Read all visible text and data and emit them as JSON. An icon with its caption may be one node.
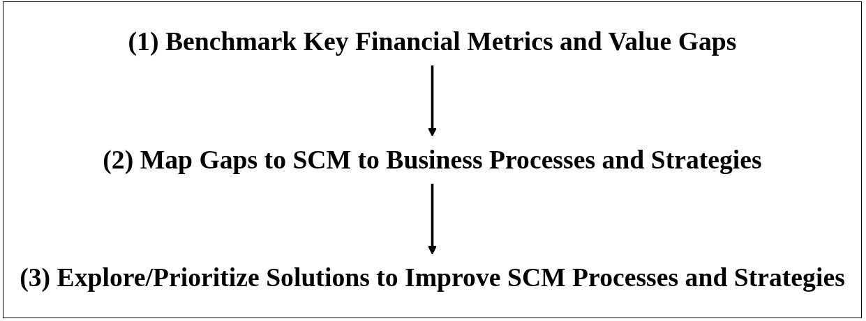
{
  "diagram": {
    "nodes": [
      {
        "text": [
          "(1) Benchmark Key Financial Metrics and Value Gaps"
        ]
      },
      {
        "text": [
          "(2) Map Gaps to SCM to Business Processes and Strategies"
        ]
      },
      {
        "text": [
          "(3) Explore/Prioritize Solutions to Improve SCM Processes and Strategies"
        ]
      }
    ],
    "edges": [
      {
        "from": 0,
        "to": 1,
        "arrow": "to"
      },
      {
        "from": 1,
        "to": 2,
        "arrow": "to"
      }
    ]
  }
}
